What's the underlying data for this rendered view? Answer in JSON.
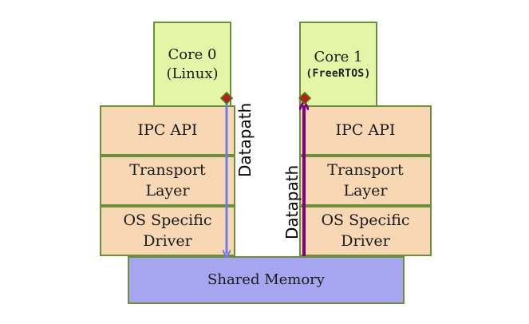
{
  "diagram": {
    "core0": {
      "line1": "Core 0",
      "line2": "(Linux)"
    },
    "core1": {
      "line1": "Core 1",
      "line2": "(FreeRTOS)"
    },
    "left_stack": [
      {
        "line1": "IPC API",
        "line2": ""
      },
      {
        "line1": "Transport",
        "line2": "Layer"
      },
      {
        "line1": "OS Specific",
        "line2": "Driver"
      }
    ],
    "right_stack": [
      {
        "line1": "IPC API",
        "line2": ""
      },
      {
        "line1": "Transport",
        "line2": "Layer"
      },
      {
        "line1": "OS Specific",
        "line2": "Driver"
      }
    ],
    "shared_memory": "Shared Memory",
    "datapath_left": "Datapath",
    "datapath_right": "Datapath",
    "colors": {
      "core_fill": "#e4f5a7",
      "layer_fill": "#f8d8b4",
      "shared_fill": "#a6a6f0",
      "border": "#6e8f3a",
      "arrow_down": "#6f7de8",
      "arrow_up": "#800080",
      "marker": "#b2221c"
    }
  }
}
